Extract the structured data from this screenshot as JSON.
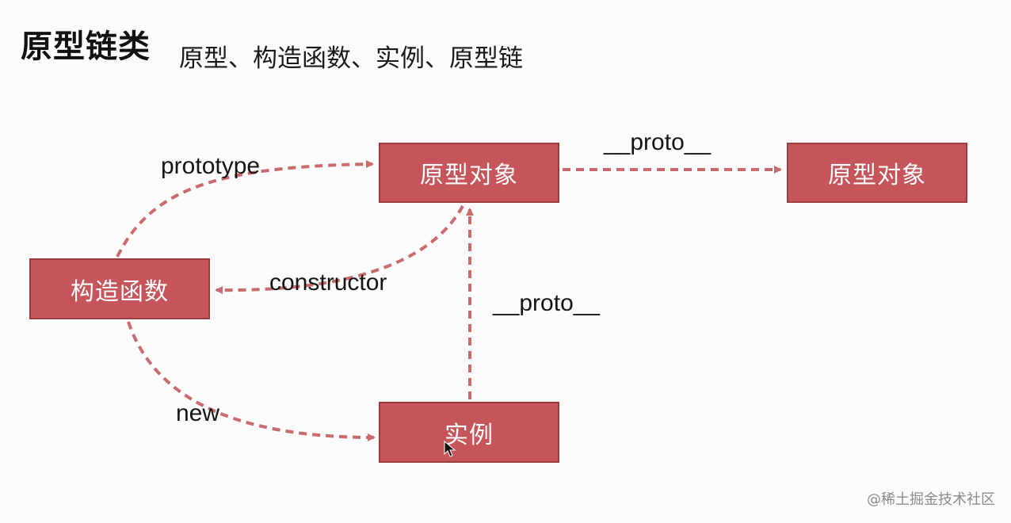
{
  "title": "原型链类",
  "subtitle": "原型、构造函数、实例、原型链",
  "nodes": {
    "prototype_object": "原型对象",
    "prototype_object_parent": "原型对象",
    "constructor_function": "构造函数",
    "instance": "实例"
  },
  "edges": {
    "prototype": "prototype",
    "proto_to_parent": "__proto__",
    "constructor": "constructor",
    "instance_proto": "__proto__",
    "new": "new"
  },
  "watermark": "@稀土掘金技术社区",
  "colors": {
    "box_fill": "#c5555a",
    "box_border": "#9d3c40",
    "arrow": "#c86a6e",
    "background": "#fbfbfb"
  }
}
